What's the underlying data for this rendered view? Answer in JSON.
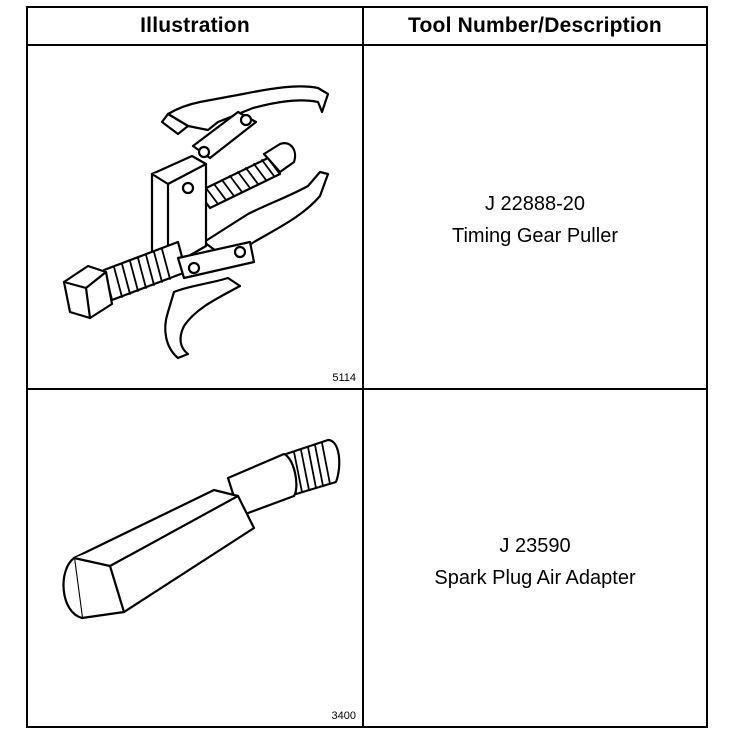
{
  "header": {
    "illustration": "Illustration",
    "tool_description": "Tool Number/Description"
  },
  "rows": [
    {
      "figure_number": "5114",
      "tool_number": "J 22888-20",
      "description": "Timing Gear Puller",
      "icon": "gear-puller-icon"
    },
    {
      "figure_number": "3400",
      "tool_number": "J 23590",
      "description": "Spark Plug Air Adapter",
      "icon": "spark-plug-adapter-icon"
    }
  ]
}
